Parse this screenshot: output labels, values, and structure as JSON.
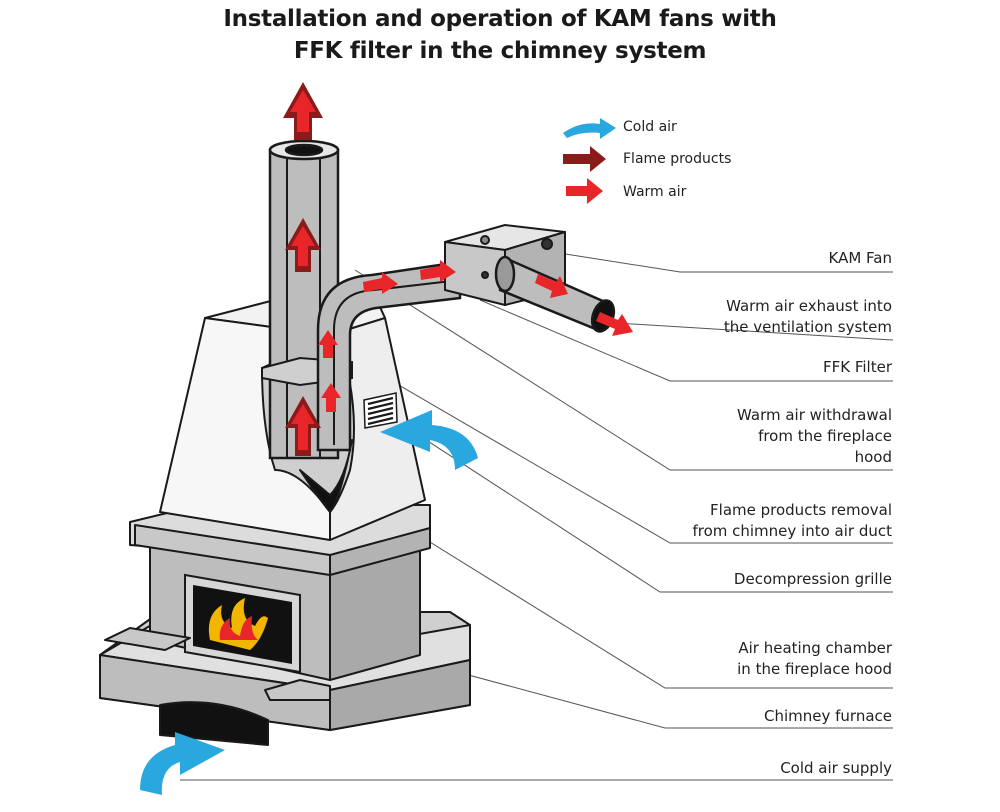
{
  "title": {
    "line1": "Installation and operation of KAM fans with",
    "line2": "FFK filter in the chimney system"
  },
  "legend": [
    {
      "label": "Cold air",
      "color": "#29a8df",
      "icon": "cold-air-arrow-icon"
    },
    {
      "label": "Flame products",
      "color": "#8b1a1a",
      "icon": "flame-products-arrow-icon"
    },
    {
      "label": "Warm air",
      "color": "#e8262a",
      "icon": "warm-air-arrow-icon"
    }
  ],
  "labels": {
    "kam_fan": "KAM Fan",
    "exhaust_1": "Warm air exhaust into",
    "exhaust_2": "the ventilation system",
    "ffk_filter": "FFK Filter",
    "withdrawal_1": "Warm air withdrawal",
    "withdrawal_2": "from the fireplace",
    "withdrawal_3": "hood",
    "flame_removal_1": "Flame products removal",
    "flame_removal_2": "from chimney into air duct",
    "decompression": "Decompression grille",
    "heating_1": "Air heating chamber",
    "heating_2": "in the fireplace hood",
    "furnace": "Chimney furnace",
    "cold_supply": "Cold air supply"
  },
  "colors": {
    "cold_air": "#29a8df",
    "flame_products": "#8b1a1a",
    "warm_air": "#e8262a",
    "structure": "#bdbdbd",
    "outline": "#1a1a1a"
  }
}
